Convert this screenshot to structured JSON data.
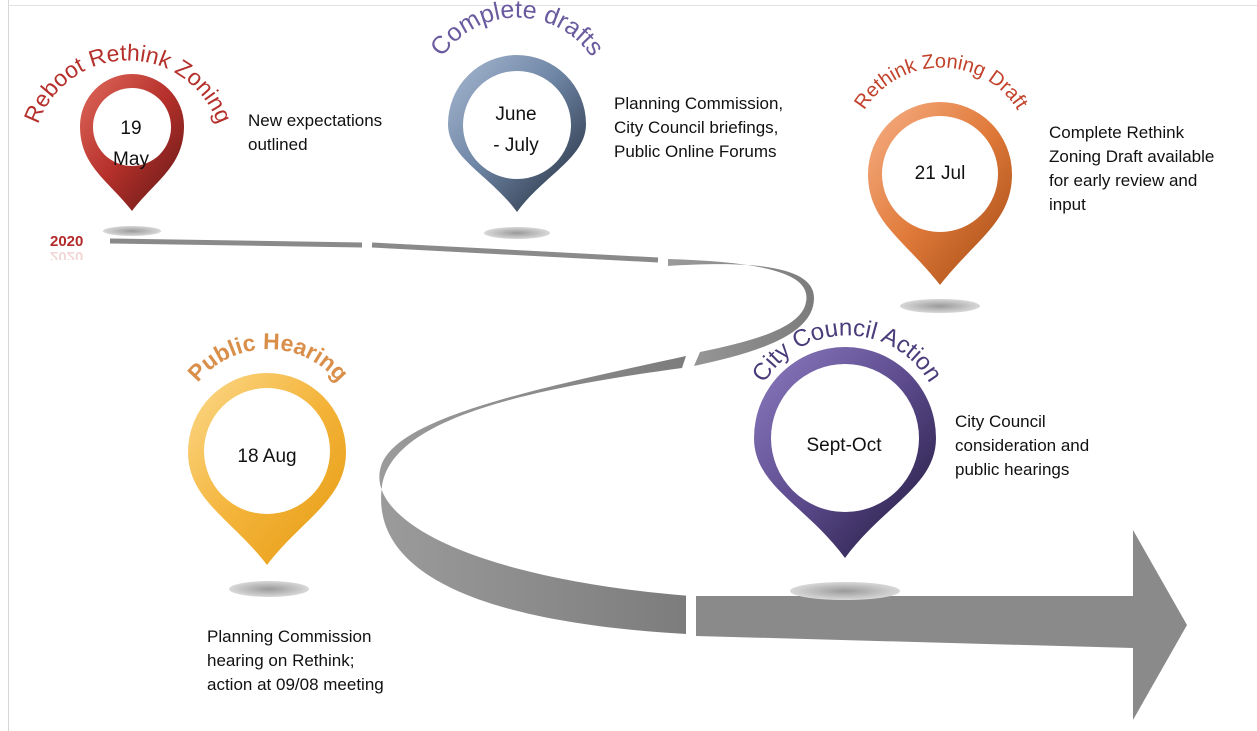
{
  "year": "2020",
  "milestones": [
    {
      "id": "reboot",
      "title": "Reboot Rethink Zoning",
      "date_lines": [
        "19",
        "May"
      ],
      "description": [
        "New expectations",
        "outlined"
      ],
      "color": "#b5302b"
    },
    {
      "id": "drafts",
      "title": "Complete drafts",
      "date_lines": [
        "June",
        "- July"
      ],
      "description": [
        "Planning Commission,",
        "City Council briefings,",
        "Public Online Forums"
      ],
      "color": "#6f86a6"
    },
    {
      "id": "rethink-draft",
      "title": "Rethink Zoning Draft",
      "date_lines": [
        "21 Jul"
      ],
      "description": [
        "Complete Rethink",
        "Zoning Draft available",
        "for early review and",
        "input"
      ],
      "color": "#e07a3a"
    },
    {
      "id": "hearing",
      "title": "Public Hearing",
      "date_lines": [
        "18 Aug"
      ],
      "description": [
        "Planning Commission",
        "hearing on Rethink;",
        "action at 09/08 meeting"
      ],
      "color": "#f2a91c"
    },
    {
      "id": "council",
      "title": "City Council Action",
      "date_lines": [
        "Sept-Oct"
      ],
      "description": [
        "City Council",
        "consideration and",
        "public hearings"
      ],
      "color": "#5b4a8c"
    }
  ]
}
